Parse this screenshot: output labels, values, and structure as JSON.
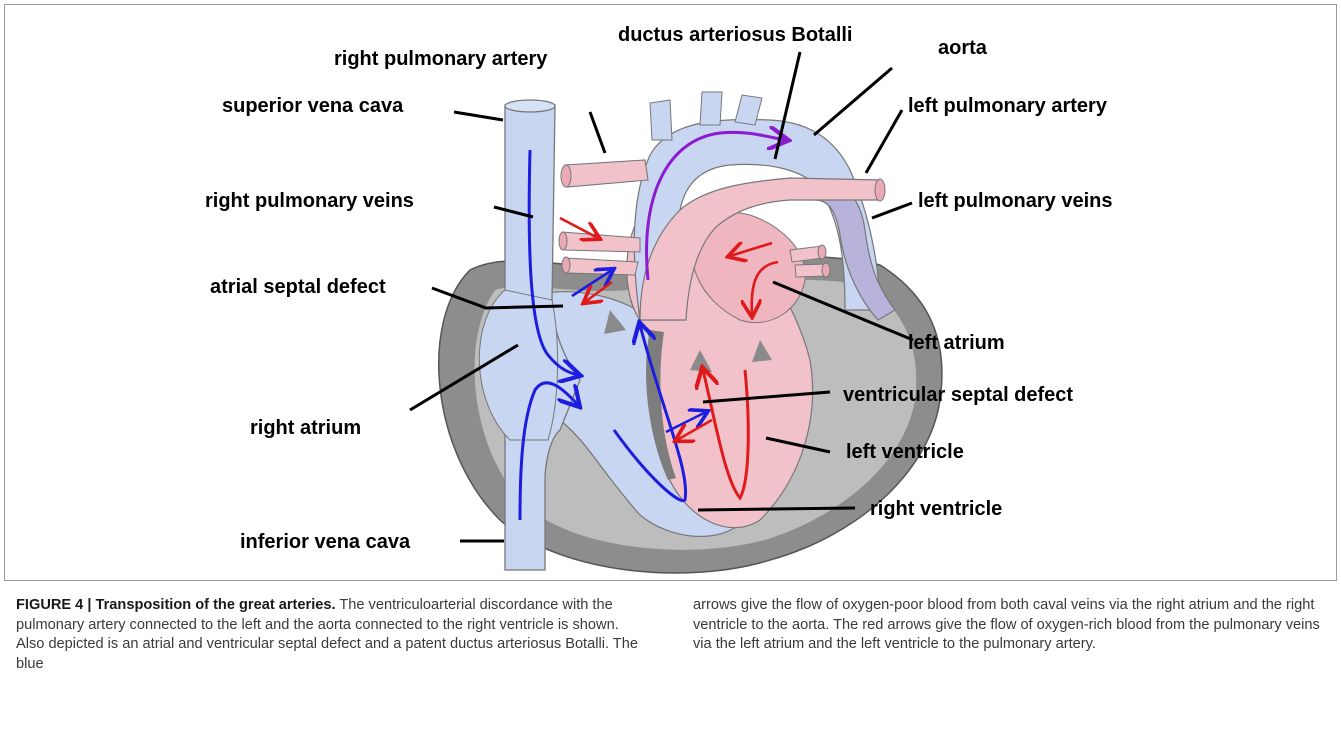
{
  "labels": {
    "superior_vena_cava": "superior vena cava",
    "right_pulmonary_artery": "right pulmonary artery",
    "ductus_arteriosus": "ductus arteriosus Botalli",
    "aorta": "aorta",
    "left_pulmonary_artery": "left pulmonary artery",
    "right_pulmonary_veins": "right pulmonary veins",
    "left_pulmonary_veins": "left pulmonary veins",
    "atrial_septal_defect": "atrial septal defect",
    "left_atrium": "left atrium",
    "ventricular_septal_defect": "ventricular septal defect",
    "right_atrium": "right atrium",
    "left_ventricle": "left ventricle",
    "right_ventricle": "right ventricle",
    "inferior_vena_cava": "inferior vena cava"
  },
  "caption": {
    "figure_number": "FIGURE 4 |",
    "title": "Transposition of the great arteries.",
    "text_part1": "The ventriculoarterial discordance with the pulmonary artery connected to the left and the aorta connected to the right ventricle is shown. Also depicted is an atrial and ventricular septal defect and a patent ductus arteriosus Botalli. The blue",
    "text_part2": "arrows give the flow of oxygen-poor blood from both caval veins via the right atrium and the right ventricle to the aorta. The red arrows give the flow of oxygen-rich blood from the pulmonary veins via the left atrium and the left ventricle to the pulmonary artery."
  },
  "colors": {
    "oxygen_poor": "#c9d6f2",
    "oxygen_rich": "#f2c2ca",
    "blue_arrow": "#1d1de0",
    "red_arrow": "#e01a1a",
    "purple_arrow": "#8b1ad0",
    "myocardium": "#8d8d8d",
    "great_vessel": "#b7b3da"
  }
}
